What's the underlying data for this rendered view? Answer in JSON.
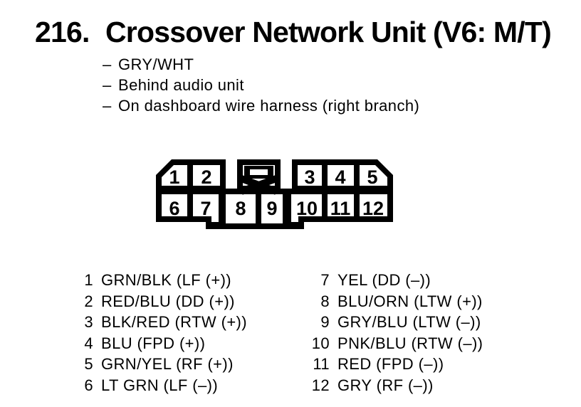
{
  "page": {
    "number": "216.",
    "title": "Crossover Network Unit (V6: M/T)",
    "dash": "–",
    "notes": [
      "GRY/WHT",
      "Behind audio unit",
      "On dashboard wire harness (right branch)"
    ]
  },
  "connector": {
    "top_cells": [
      "1",
      "2",
      "3",
      "4",
      "5"
    ],
    "bottom_cells": [
      "6",
      "7",
      "8",
      "9",
      "10",
      "11",
      "12"
    ],
    "lock_icon": "connector-lock"
  },
  "pins": {
    "left": [
      {
        "num": "1",
        "label": "GRN/BLK (LF (+))"
      },
      {
        "num": "2",
        "label": "RED/BLU (DD (+))"
      },
      {
        "num": "3",
        "label": "BLK/RED (RTW (+))"
      },
      {
        "num": "4",
        "label": "BLU (FPD (+))"
      },
      {
        "num": "5",
        "label": "GRN/YEL (RF (+))"
      },
      {
        "num": "6",
        "label": "LT GRN (LF (–))"
      }
    ],
    "right": [
      {
        "num": "7",
        "label": "YEL (DD (–))"
      },
      {
        "num": "8",
        "label": "BLU/ORN (LTW (+))"
      },
      {
        "num": "9",
        "label": "GRY/BLU (LTW (–))"
      },
      {
        "num": "10",
        "label": "PNK/BLU (RTW (–))"
      },
      {
        "num": "11",
        "label": "RED (FPD (–))"
      },
      {
        "num": "12",
        "label": "GRY (RF (–))"
      }
    ]
  }
}
